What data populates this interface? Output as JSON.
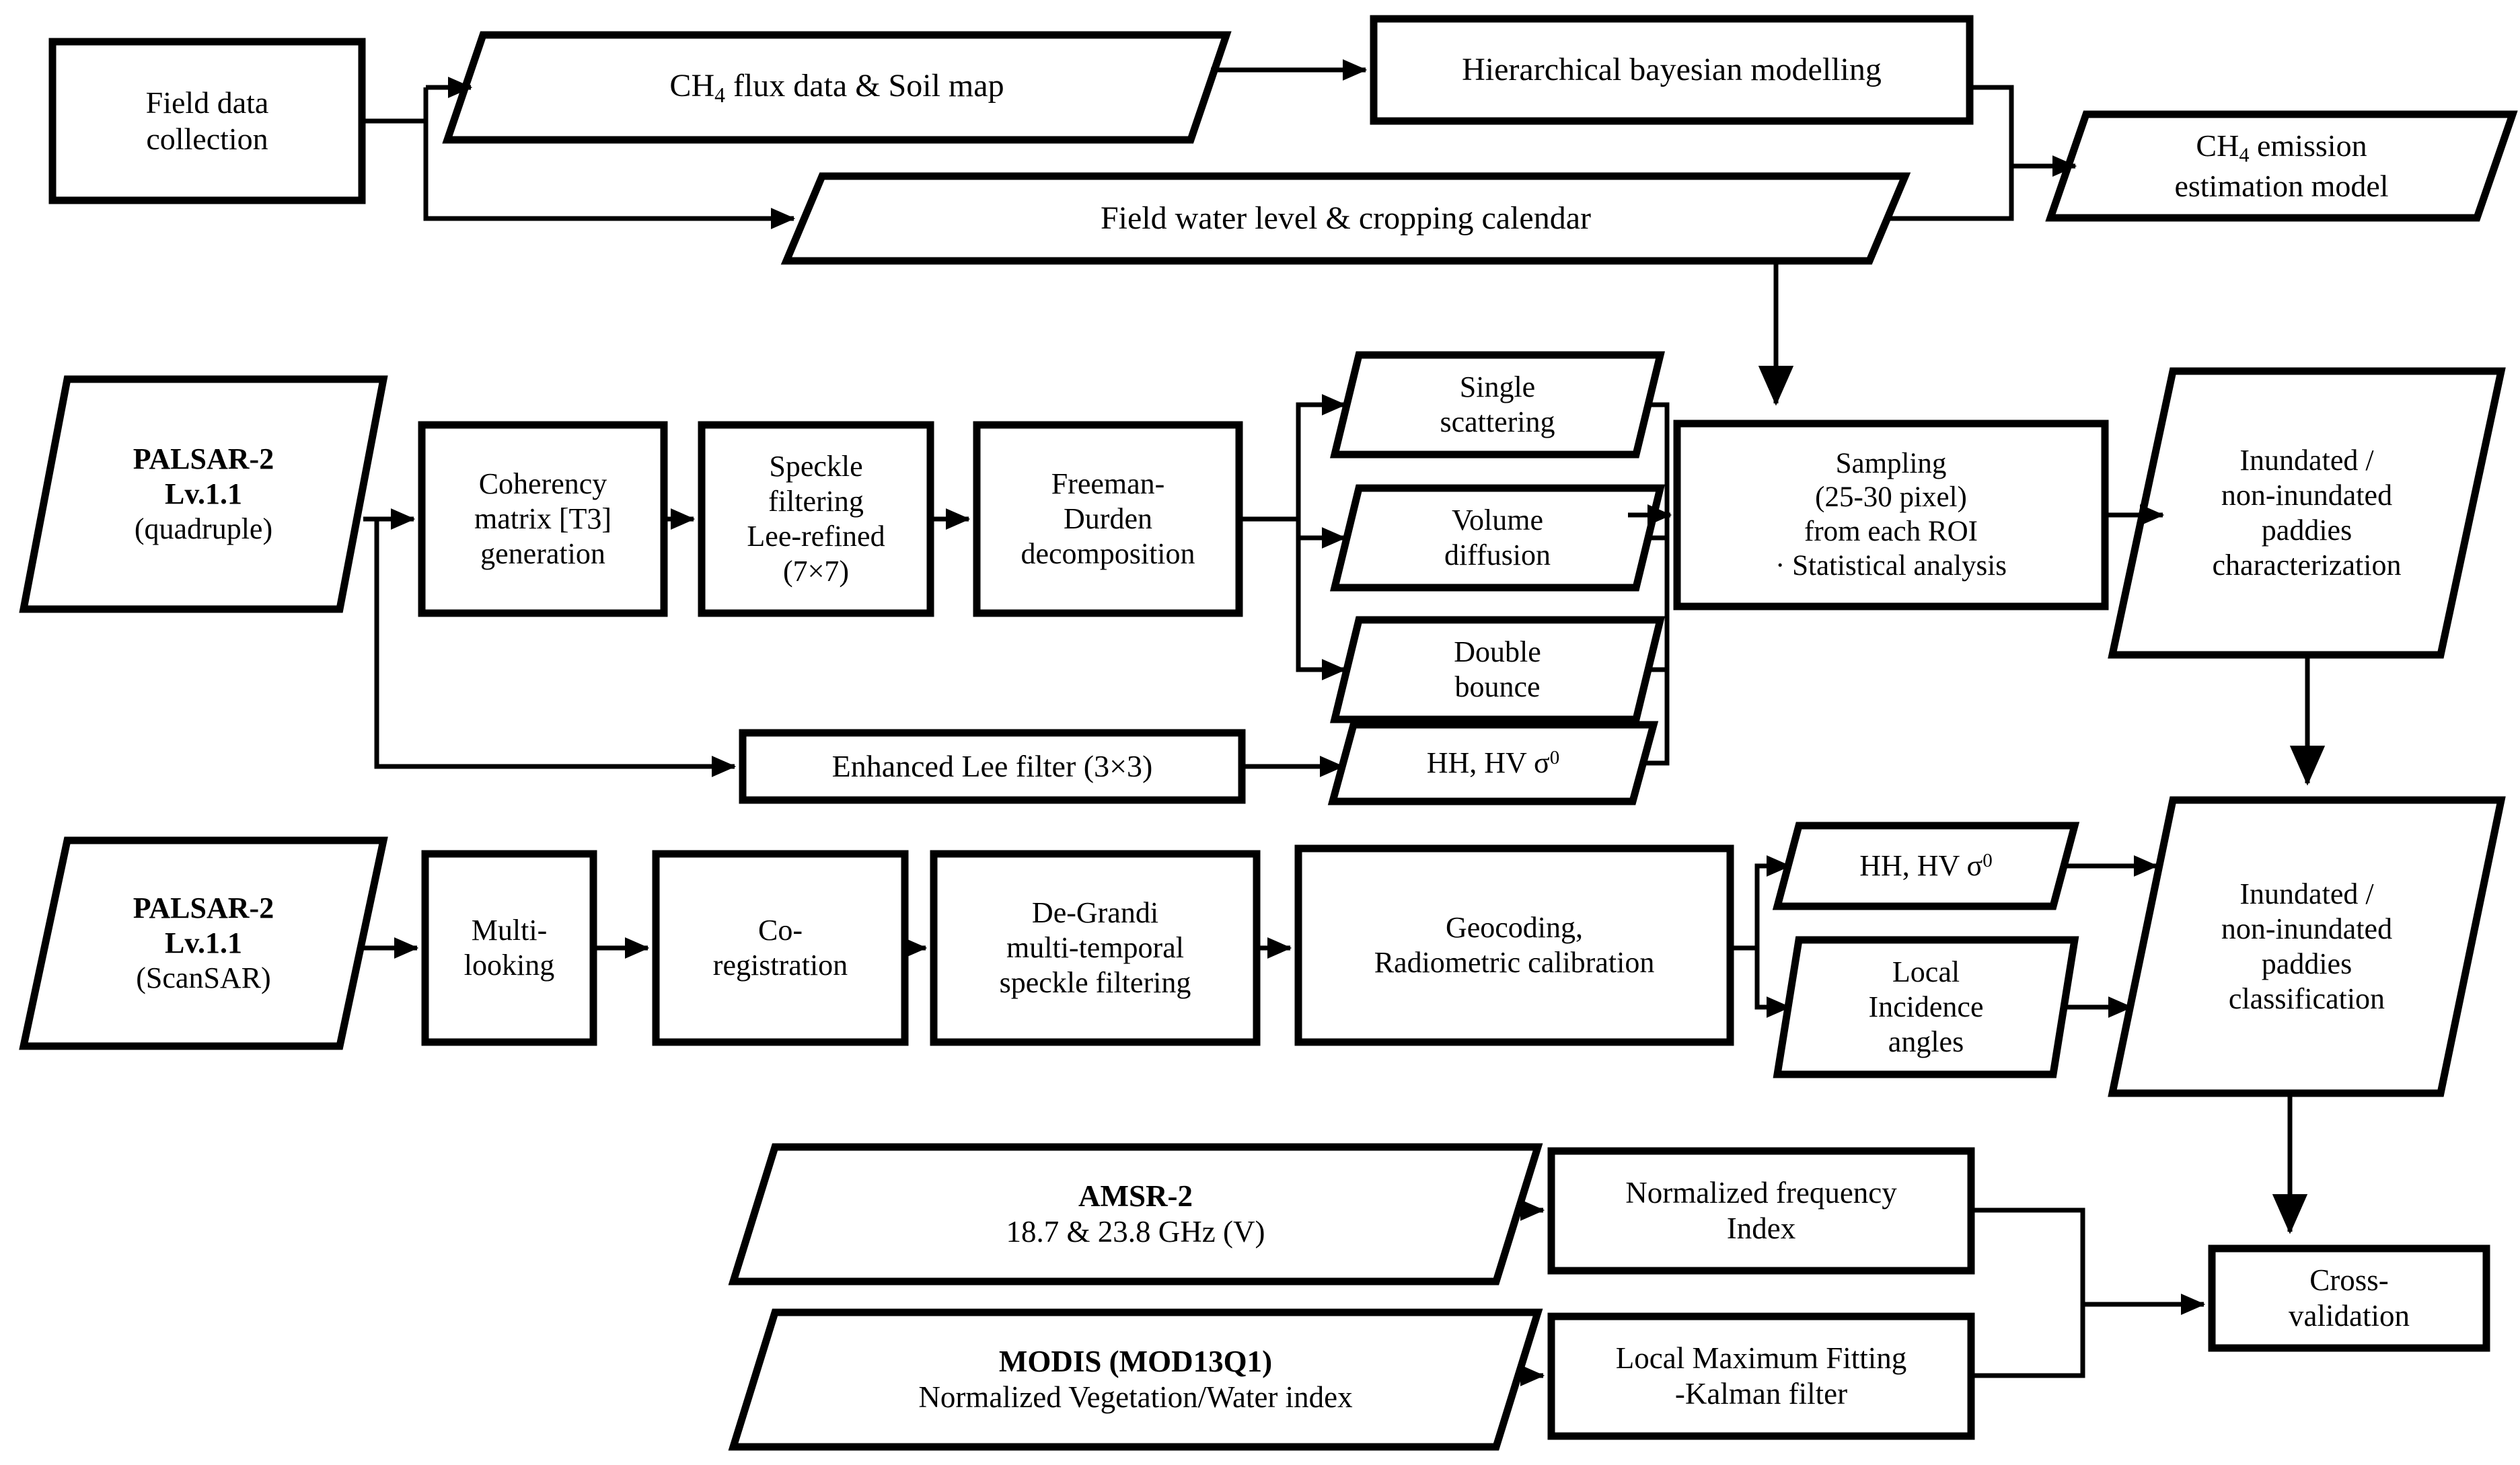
{
  "diagram": {
    "title": "Methane emission estimation workflow from PALSAR-2, AMSR-2 and MODIS data",
    "stroke_color": "#000000",
    "fill_color": "#ffffff",
    "background": "#ffffff"
  },
  "nodes": [
    {
      "id": "field-data-collection",
      "shape": "rect",
      "lines": [
        "Field data",
        "collection"
      ],
      "bold": [
        false,
        false
      ]
    },
    {
      "id": "ch4-flux-soil-map",
      "shape": "parallelogram",
      "lines": [
        "CH₄ flux data & Soil map"
      ],
      "bold": [
        false
      ]
    },
    {
      "id": "hierarchical-bayesian-modelling",
      "shape": "rect",
      "lines": [
        "Hierarchical bayesian modelling"
      ],
      "bold": [
        false
      ]
    },
    {
      "id": "ch4-emission-estimation-model",
      "shape": "parallelogram",
      "lines": [
        "CH₄ emission",
        "estimation model"
      ],
      "bold": [
        false,
        false
      ]
    },
    {
      "id": "field-water-level-cropping-calendar",
      "shape": "parallelogram",
      "lines": [
        "Field water level & cropping calendar"
      ],
      "bold": [
        false
      ]
    },
    {
      "id": "palsar2-quadruple",
      "shape": "parallelogram",
      "lines": [
        "PALSAR-2",
        "Lv.1.1",
        "(quadruple)"
      ],
      "bold": [
        true,
        true,
        false
      ]
    },
    {
      "id": "coherency-matrix-t3-generation",
      "shape": "rect",
      "lines": [
        "Coherency",
        "matrix [T3]",
        "generation"
      ],
      "bold": [
        false,
        false,
        false
      ]
    },
    {
      "id": "speckle-filtering-lee-refined",
      "shape": "rect",
      "lines": [
        "Speckle",
        "filtering",
        "Lee-refined",
        "(7×7)"
      ],
      "bold": [
        false,
        false,
        false,
        false
      ]
    },
    {
      "id": "freeman-durden-decomposition",
      "shape": "rect",
      "lines": [
        "Freeman-",
        "Durden",
        "decomposition"
      ],
      "bold": [
        false,
        false,
        false
      ]
    },
    {
      "id": "single-scattering",
      "shape": "parallelogram",
      "lines": [
        "Single",
        "scattering"
      ],
      "bold": [
        false,
        false
      ]
    },
    {
      "id": "volume-diffusion",
      "shape": "parallelogram",
      "lines": [
        "Volume",
        "diffusion"
      ],
      "bold": [
        false,
        false
      ]
    },
    {
      "id": "double-bounce",
      "shape": "parallelogram",
      "lines": [
        "Double",
        "bounce"
      ],
      "bold": [
        false,
        false
      ]
    },
    {
      "id": "sampling-roi-statistical-analysis",
      "shape": "rect",
      "lines": [
        "Sampling",
        "(25-30 pixel)",
        "from each ROI",
        "· Statistical analysis"
      ],
      "bold": [
        false,
        false,
        false,
        false
      ]
    },
    {
      "id": "inundated-paddies-characterization",
      "shape": "parallelogram",
      "lines": [
        "Inundated /",
        "non-inundated",
        "paddies",
        "characterization"
      ],
      "bold": [
        false,
        false,
        false,
        false
      ]
    },
    {
      "id": "enhanced-lee-filter",
      "shape": "rect",
      "lines": [
        "Enhanced Lee filter (3×3)"
      ],
      "bold": [
        false
      ]
    },
    {
      "id": "hh-hv-sigma0-quad",
      "shape": "parallelogram",
      "lines": [
        "HH, HV σ⁰"
      ],
      "bold": [
        false
      ]
    },
    {
      "id": "palsar2-scansar",
      "shape": "parallelogram",
      "lines": [
        "PALSAR-2",
        "Lv.1.1",
        "(ScanSAR)"
      ],
      "bold": [
        true,
        true,
        false
      ]
    },
    {
      "id": "multi-looking",
      "shape": "rect",
      "lines": [
        "Multi-",
        "looking"
      ],
      "bold": [
        false,
        false
      ]
    },
    {
      "id": "co-registration",
      "shape": "rect",
      "lines": [
        "Co-",
        "registration"
      ],
      "bold": [
        false,
        false
      ]
    },
    {
      "id": "de-grandi-speckle-filtering",
      "shape": "rect",
      "lines": [
        "De-Grandi",
        "multi-temporal",
        "speckle filtering"
      ],
      "bold": [
        false,
        false,
        false
      ]
    },
    {
      "id": "geocoding-radiometric-calibration",
      "shape": "rect",
      "lines": [
        "Geocoding,",
        "Radiometric calibration"
      ],
      "bold": [
        false,
        false
      ]
    },
    {
      "id": "hh-hv-sigma0-scansar",
      "shape": "parallelogram",
      "lines": [
        "HH, HV σ⁰"
      ],
      "bold": [
        false
      ]
    },
    {
      "id": "local-incidence-angles",
      "shape": "parallelogram",
      "lines": [
        "Local",
        "Incidence",
        "angles"
      ],
      "bold": [
        false,
        false,
        false
      ]
    },
    {
      "id": "inundated-paddies-classification",
      "shape": "parallelogram",
      "lines": [
        "Inundated /",
        "non-inundated",
        "paddies",
        "classification"
      ],
      "bold": [
        false,
        false,
        false,
        false
      ]
    },
    {
      "id": "amsr-2",
      "shape": "parallelogram",
      "lines": [
        "AMSR-2",
        "18.7 & 23.8 GHz (V)"
      ],
      "bold": [
        true,
        false
      ]
    },
    {
      "id": "normalized-frequency-index",
      "shape": "rect",
      "lines": [
        "Normalized frequency",
        "Index"
      ],
      "bold": [
        false,
        false
      ]
    },
    {
      "id": "modis-mod13q1",
      "shape": "parallelogram",
      "lines": [
        "MODIS (MOD13Q1)",
        "Normalized Vegetation/Water index"
      ],
      "bold": [
        true,
        false
      ]
    },
    {
      "id": "local-maximum-fitting-kalman-filter",
      "shape": "rect",
      "lines": [
        "Local Maximum Fitting",
        "-Kalman filter"
      ],
      "bold": [
        false,
        false
      ]
    },
    {
      "id": "cross-validation",
      "shape": "rect",
      "lines": [
        "Cross-",
        "validation"
      ],
      "bold": [
        false,
        false
      ]
    }
  ],
  "edges": [
    {
      "from": "field-data-collection",
      "to": "ch4-flux-soil-map"
    },
    {
      "from": "field-data-collection",
      "to": "field-water-level-cropping-calendar"
    },
    {
      "from": "ch4-flux-soil-map",
      "to": "hierarchical-bayesian-modelling"
    },
    {
      "from": "hierarchical-bayesian-modelling",
      "to": "ch4-emission-estimation-model"
    },
    {
      "from": "field-water-level-cropping-calendar",
      "to": "ch4-emission-estimation-model"
    },
    {
      "from": "field-water-level-cropping-calendar",
      "to": "sampling-roi-statistical-analysis"
    },
    {
      "from": "palsar2-quadruple",
      "to": "coherency-matrix-t3-generation"
    },
    {
      "from": "palsar2-quadruple",
      "to": "enhanced-lee-filter"
    },
    {
      "from": "coherency-matrix-t3-generation",
      "to": "speckle-filtering-lee-refined"
    },
    {
      "from": "speckle-filtering-lee-refined",
      "to": "freeman-durden-decomposition"
    },
    {
      "from": "freeman-durden-decomposition",
      "to": "single-scattering"
    },
    {
      "from": "freeman-durden-decomposition",
      "to": "volume-diffusion"
    },
    {
      "from": "freeman-durden-decomposition",
      "to": "double-bounce"
    },
    {
      "from": "single-scattering",
      "to": "sampling-roi-statistical-analysis"
    },
    {
      "from": "volume-diffusion",
      "to": "sampling-roi-statistical-analysis"
    },
    {
      "from": "double-bounce",
      "to": "sampling-roi-statistical-analysis"
    },
    {
      "from": "enhanced-lee-filter",
      "to": "hh-hv-sigma0-quad"
    },
    {
      "from": "hh-hv-sigma0-quad",
      "to": "sampling-roi-statistical-analysis"
    },
    {
      "from": "sampling-roi-statistical-analysis",
      "to": "inundated-paddies-characterization"
    },
    {
      "from": "inundated-paddies-characterization",
      "to": "inundated-paddies-classification"
    },
    {
      "from": "palsar2-scansar",
      "to": "multi-looking"
    },
    {
      "from": "multi-looking",
      "to": "co-registration"
    },
    {
      "from": "co-registration",
      "to": "de-grandi-speckle-filtering"
    },
    {
      "from": "de-grandi-speckle-filtering",
      "to": "geocoding-radiometric-calibration"
    },
    {
      "from": "geocoding-radiometric-calibration",
      "to": "hh-hv-sigma0-scansar"
    },
    {
      "from": "geocoding-radiometric-calibration",
      "to": "local-incidence-angles"
    },
    {
      "from": "hh-hv-sigma0-scansar",
      "to": "inundated-paddies-classification"
    },
    {
      "from": "local-incidence-angles",
      "to": "inundated-paddies-classification"
    },
    {
      "from": "inundated-paddies-classification",
      "to": "cross-validation"
    },
    {
      "from": "amsr-2",
      "to": "normalized-frequency-index"
    },
    {
      "from": "modis-mod13q1",
      "to": "local-maximum-fitting-kalman-filter"
    },
    {
      "from": "normalized-frequency-index",
      "to": "cross-validation"
    },
    {
      "from": "local-maximum-fitting-kalman-filter",
      "to": "cross-validation"
    }
  ]
}
